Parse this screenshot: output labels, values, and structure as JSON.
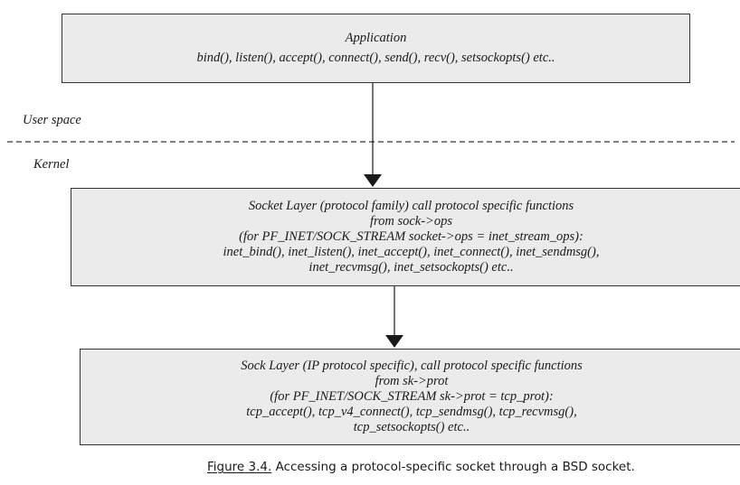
{
  "diagram": {
    "application_box": {
      "lines": [
        "Application",
        "bind(), listen(), accept(), connect(), send(), recv(), setsockopts() etc.."
      ]
    },
    "boundary": {
      "user_space_label": "User space",
      "kernel_label": "Kernel"
    },
    "socket_layer_box": {
      "lines": [
        "Socket Layer (protocol family) call protocol specific functions",
        "from sock->ops",
        "(for PF_INET/SOCK_STREAM socket->ops = inet_stream_ops):",
        "inet_bind(), inet_listen(), inet_accept(), inet_connect(), inet_sendmsg(),",
        "inet_recvmsg(), inet_setsockopts() etc.."
      ]
    },
    "sock_layer_box": {
      "lines": [
        "Sock Layer (IP protocol specific), call protocol specific functions",
        "from sk->prot",
        "(for PF_INET/SOCK_STREAM sk->prot  = tcp_prot):",
        "tcp_accept(), tcp_v4_connect(), tcp_sendmsg(), tcp_recvmsg(),",
        "tcp_setsockopts() etc.."
      ]
    },
    "caption": {
      "number": "Figure 3.4.",
      "text": " Accessing a protocol-specific socket through a BSD socket."
    }
  }
}
